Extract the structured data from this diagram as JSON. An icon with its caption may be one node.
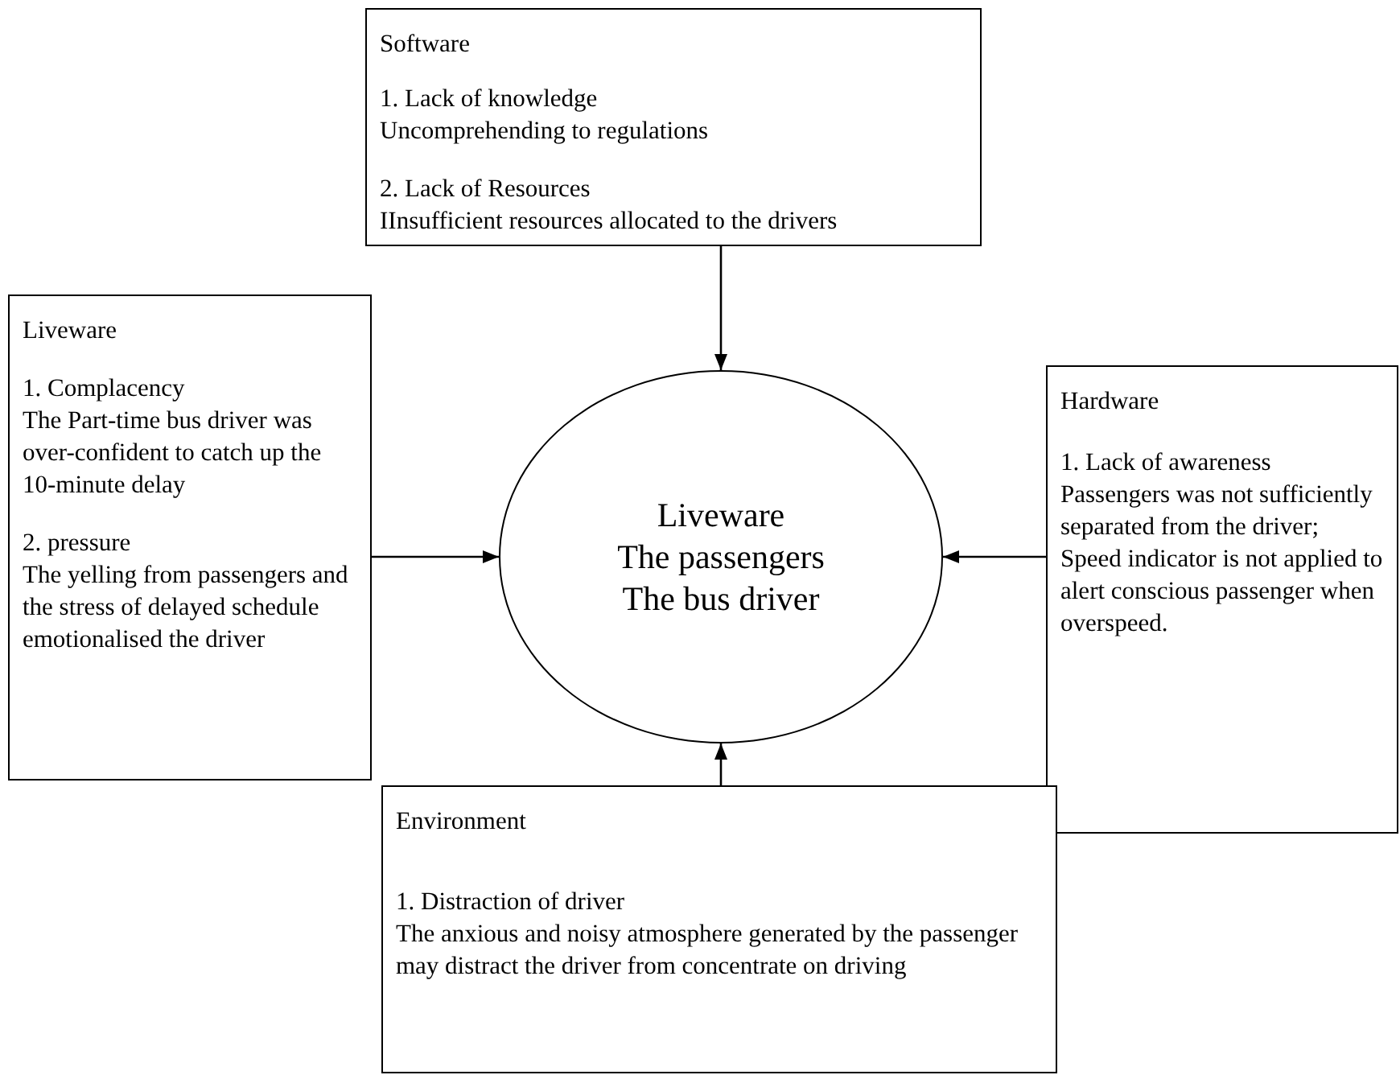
{
  "diagram": {
    "nodes": [
      {
        "text": [
          "Software",
          "1. Lack of knowledge",
          "Uncomprehending to regulations",
          "2. Lack of Resources",
          "IInsufficient resources allocated to the drivers"
        ]
      },
      {
        "text": [
          "Liveware",
          "1. Complacency",
          "The Part-time bus driver was over-confident to catch up the 10-minute delay",
          "2. pressure",
          "The yelling from passengers and the stress of delayed schedule emotionalised the driver"
        ]
      },
      {
        "text": [
          "Liveware",
          "The passengers",
          "The bus driver"
        ]
      },
      {
        "text": [
          "Hardware",
          "1. Lack of awareness",
          "Passengers was not sufficiently separated from the driver;",
          "Speed indicator is not applied to alert conscious passenger when overspeed."
        ]
      },
      {
        "text": [
          "Environment",
          "1. Distraction of driver",
          "The anxious and noisy atmosphere generated by the passenger may distract the driver from concentrate on driving"
        ]
      }
    ],
    "edges": [
      {
        "from": 0,
        "to": 2,
        "arrow": "to"
      },
      {
        "from": 1,
        "to": 2,
        "arrow": "to"
      },
      {
        "from": 3,
        "to": 2,
        "arrow": "to"
      },
      {
        "from": 4,
        "to": 2,
        "arrow": "to"
      }
    ]
  }
}
